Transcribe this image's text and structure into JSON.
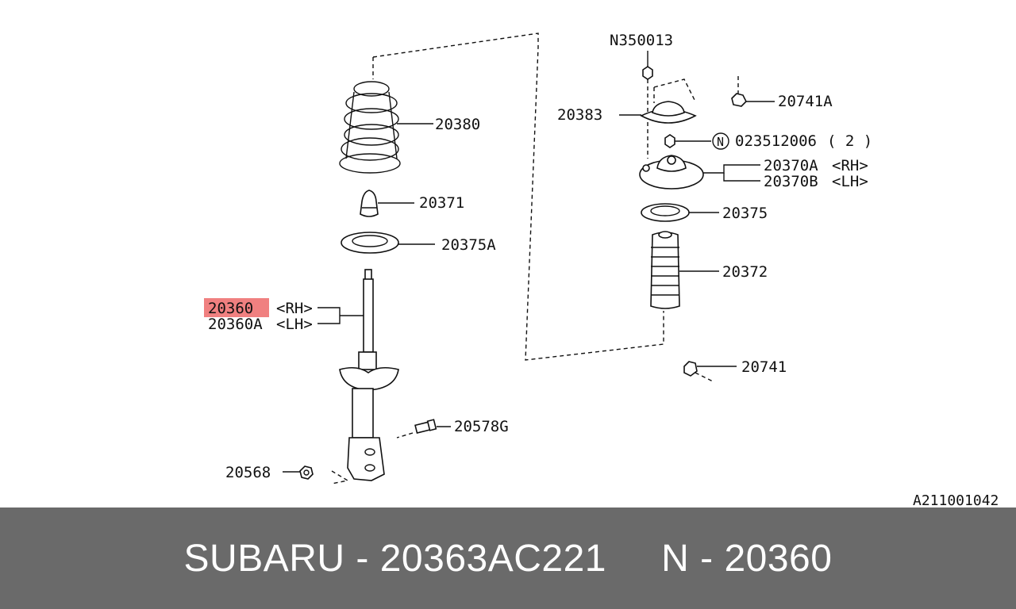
{
  "diagram": {
    "highlight_color": "#f08080",
    "labels": {
      "n350013": "N350013",
      "p20741a": "20741A",
      "p20383": "20383",
      "n023512006": "023512006",
      "qty": "( 2 )",
      "n_symbol": "N",
      "p20370a": "20370A",
      "rh_right": "<RH>",
      "p20370b": "20370B",
      "lh_right": "<LH>",
      "p20375": "20375",
      "p20372": "20372",
      "p20741": "20741",
      "p20380": "20380",
      "p20371": "20371",
      "p20375a": "20375A",
      "p20360": "20360",
      "rh_left": "<RH>",
      "p20360a": "20360A",
      "lh_left": "<LH>",
      "p20578g": "20578G",
      "p20568": "20568",
      "ref_code": "A211001042"
    }
  },
  "footer": {
    "text": "SUBARU - 20363AC221     N - 20360"
  }
}
